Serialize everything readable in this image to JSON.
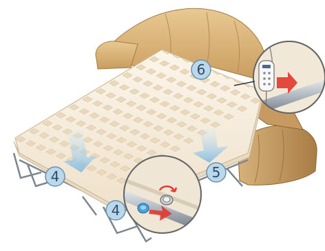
{
  "diagram": {
    "callouts": [
      {
        "id": "callout-4-left",
        "label": "4"
      },
      {
        "id": "callout-5",
        "label": "5"
      },
      {
        "id": "callout-6",
        "label": "6"
      },
      {
        "id": "callout-4-detail",
        "label": "4"
      }
    ],
    "colors": {
      "sofa_leather": "#d9b57e",
      "sofa_shadow": "#b38a52",
      "mattress": "#f7efe2",
      "tuft": "#e6d6bd",
      "frame_metal": "#9aa3ab",
      "callout_fill": "#b9d8ec",
      "callout_stroke": "#6f8fa8",
      "arrow_blue": "#9cc9e6",
      "arrow_red": "#e23b32",
      "knob_blue": "#4aa3dd"
    },
    "icons": [
      "remote-control-icon",
      "rotation-arrow-icon",
      "knob-icon"
    ]
  }
}
